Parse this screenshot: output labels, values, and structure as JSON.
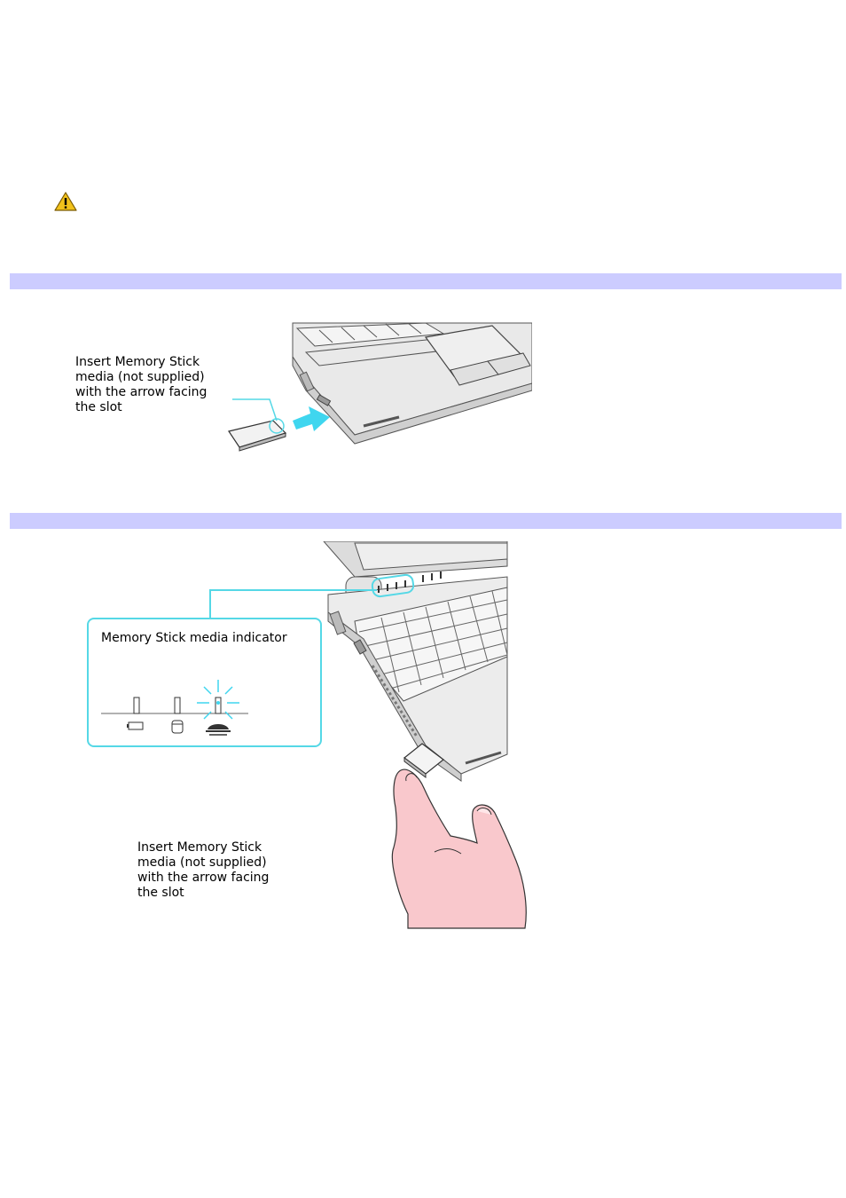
{
  "colors": {
    "section_bar": "#ccccff",
    "callout": "#55d8e6",
    "arrow": "#3fd6ef",
    "hand": "#f9c8cc",
    "warning": "#f2c21b"
  },
  "icons": {
    "warning": "warning-icon",
    "battery": "battery-icon",
    "drive": "drive-icon",
    "memory_stick": "memory-stick-icon"
  },
  "figure1": {
    "caption": "Insert Memory Stick\nmedia (not supplied)\nwith the arrow facing\nthe slot"
  },
  "figure2": {
    "indicator_label": "Memory Stick media indicator",
    "caption": "Insert Memory Stick\nmedia (not supplied)\nwith the arrow facing\nthe slot"
  }
}
